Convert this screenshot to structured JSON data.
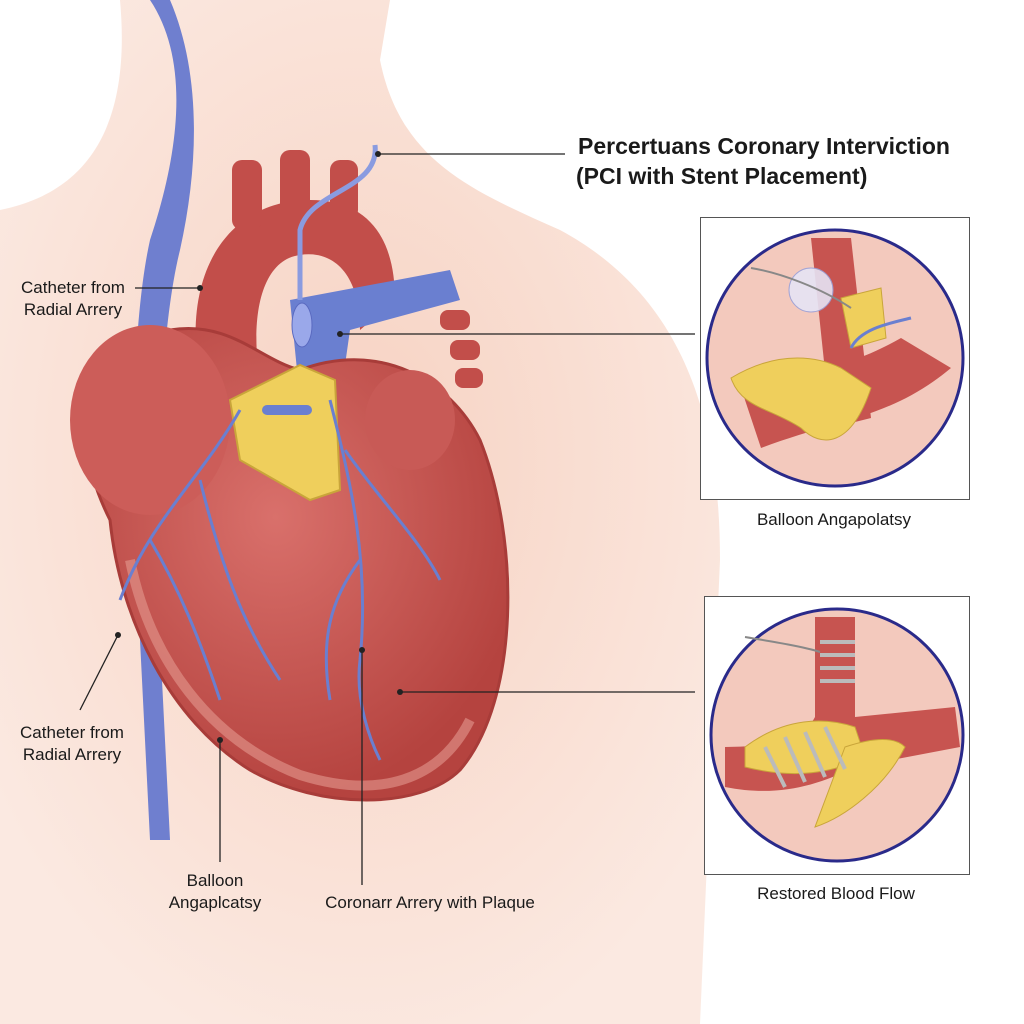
{
  "title": {
    "line1": "Percertuans Coronary Interviction",
    "line2": "(PCI with Stent Placement)"
  },
  "labels": {
    "catheter_top": {
      "line1": "Catheter from",
      "line2": "Radial Arrery"
    },
    "catheter_bottom": {
      "line1": "Catheter from",
      "line2": "Radial Arrery"
    },
    "balloon_bottom": {
      "line1": "Balloon",
      "line2": "Angaplcatsy"
    },
    "coronary_plaque": "Coronarr Arrery with Plaque"
  },
  "insets": [
    {
      "caption": "Balloon Angapolatsy"
    },
    {
      "caption": "Restored Blood Flow"
    }
  ],
  "colors": {
    "skin": "#f6d6c8",
    "heart": "#c9524f",
    "vein": "#6a7fd0",
    "plaque": "#f0d46a",
    "inset_border": "#2a2a8a"
  }
}
